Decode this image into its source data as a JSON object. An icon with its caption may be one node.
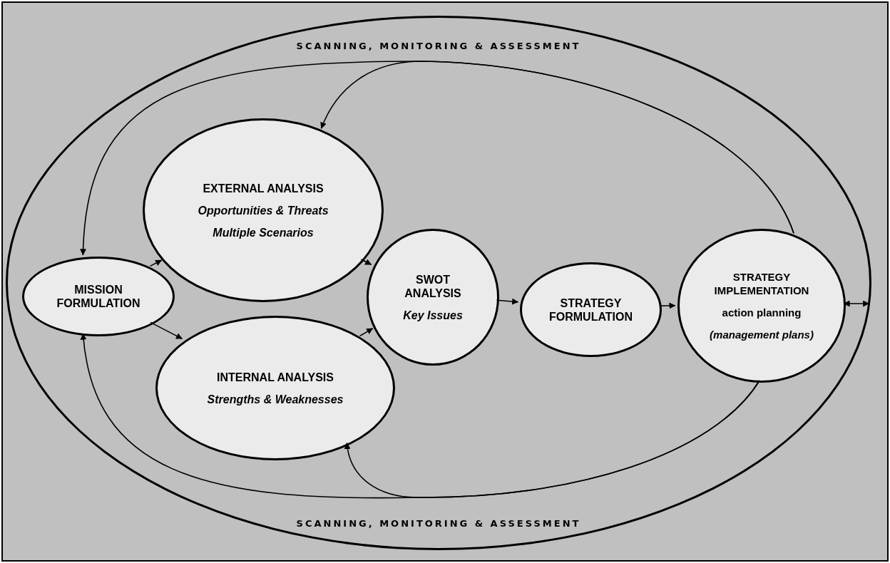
{
  "diagram": {
    "nodes": [
      {
        "text": [
          "SCANNING, MONITORING & ASSESSMENT",
          "SCANNING, MONITORING & ASSESSMENT"
        ]
      },
      {
        "text": [
          "MISSION FORMULATION"
        ],
        "in": 0
      },
      {
        "text": [
          "EXTERNAL ANALYSIS",
          "Opportunities & Threats",
          "Multiple Scenarios"
        ],
        "in": 0
      },
      {
        "text": [
          "INTERNAL ANALYSIS",
          "Strengths & Weaknesses"
        ],
        "in": 0
      },
      {
        "text": [
          "SWOT ANALYSIS",
          "Key Issues"
        ],
        "in": 0
      },
      {
        "text": [
          "STRATEGY FORMULATION"
        ],
        "in": 0
      },
      {
        "text": [
          "STRATEGY IMPLEMENTATION",
          "action planning",
          "(management plans)"
        ],
        "in": 0
      }
    ],
    "edges": [
      {
        "from": 1,
        "to": 2,
        "arrow": "to"
      },
      {
        "from": 1,
        "to": 3,
        "arrow": "to"
      },
      {
        "from": 2,
        "to": 4,
        "arrow": "to"
      },
      {
        "from": 3,
        "to": 4,
        "arrow": "to"
      },
      {
        "from": 4,
        "to": 5,
        "arrow": "to"
      },
      {
        "from": 5,
        "to": 6,
        "arrow": "to"
      },
      {
        "from": 6,
        "to": 2,
        "arrow": "to"
      },
      {
        "from": 6,
        "to": 1,
        "arrow": "to"
      },
      {
        "from": 6,
        "to": 3,
        "arrow": "to"
      },
      {
        "from": 6,
        "to": 1,
        "arrow": "to"
      },
      {
        "from": 6,
        "to": 0,
        "arrow": "both"
      }
    ]
  }
}
